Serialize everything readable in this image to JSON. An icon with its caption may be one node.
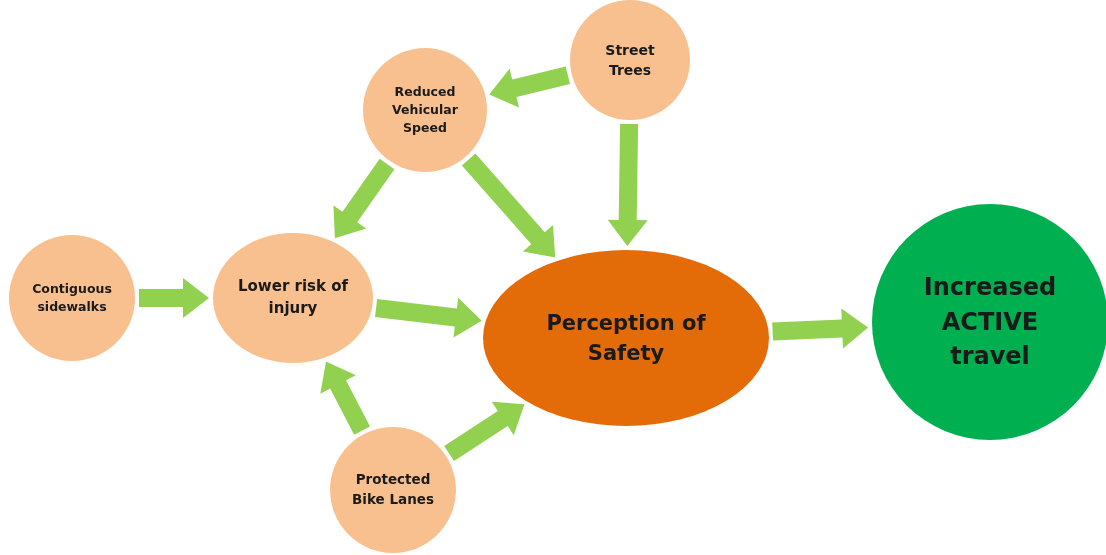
{
  "diagram": {
    "nodes": [
      {
        "text": [
          "Street Trees"
        ]
      },
      {
        "text": [
          "Reduced Vehicular Speed"
        ]
      },
      {
        "text": [
          "Contiguous sidewalks"
        ]
      },
      {
        "text": [
          "Lower risk of injury"
        ]
      },
      {
        "text": [
          "Perception of Safety"
        ]
      },
      {
        "text": [
          "Increased ACTIVE travel"
        ]
      },
      {
        "text": [
          "Protected Bike Lanes"
        ]
      }
    ],
    "edges": [
      {
        "from": 0,
        "to": 1,
        "arrow": "to"
      },
      {
        "from": 0,
        "to": 4,
        "arrow": "to"
      },
      {
        "from": 1,
        "to": 3,
        "arrow": "to"
      },
      {
        "from": 1,
        "to": 4,
        "arrow": "to"
      },
      {
        "from": 2,
        "to": 3,
        "arrow": "to"
      },
      {
        "from": 3,
        "to": 4,
        "arrow": "to"
      },
      {
        "from": 6,
        "to": 3,
        "arrow": "to"
      },
      {
        "from": 6,
        "to": 4,
        "arrow": "to"
      },
      {
        "from": 4,
        "to": 5,
        "arrow": "to"
      }
    ]
  }
}
